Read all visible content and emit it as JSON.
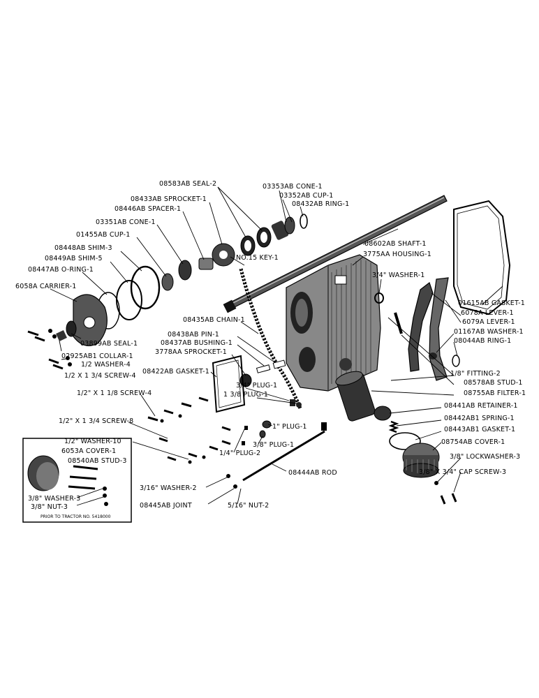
{
  "labels": {
    "seal_08583": "08583AB SEAL-2",
    "cone_03353": "03353AB CONE-1",
    "cup_03352": "03352AB CUP-1",
    "ring_08432": "08432AB RING-1",
    "sprocket_08433": "08433AB SPROCKET-1",
    "spacer_08446": "08446AB SPACER-1",
    "cone_03351": "03351AB CONE-1",
    "cup_01455": "01455AB CUP-1",
    "shim_08448": "08448AB SHIM-3",
    "shim_08449": "08449AB SHIM-5",
    "oring_08447": "08447AB O-RING-1",
    "carrier_6058": "6058A CARRIER-1",
    "key_no15": "NO.15 KEY-1",
    "shaft_08602": "08602AB SHAFT-1",
    "housing_3775": "3775AA HOUSING-1",
    "washer_34": "3/4\" WASHER-1",
    "gasket_01615": "01615AB GASKET-1",
    "lever_6078": "6078A LEVER-1",
    "lever_6079": "6079A LEVER-1",
    "washer_01167": "01167AB WASHER-1",
    "ring_08044": "08044AB RING-1",
    "chain_08435": "08435AB CHAIN-1",
    "pin_08438": "08438AB PIN-1",
    "bushing_08437": "08437AB BUSHING-1",
    "sprocket_3778": "3778AA SPROCKET-1",
    "seal_03899": "03899AB SEAL-1",
    "collar_02925": "02925AB1 COLLAR-1",
    "washer_12_4": "1/2 WASHER-4",
    "screw_12x134_4": "1/2 X 1 3/4 SCREW-4",
    "gasket_08422": "08422AB GASKET-1",
    "plug_34": "3/4\" PLUG-1",
    "plug_138": "1 3/8 PLUG-1",
    "fitting_18": "1/8\" FITTING-2",
    "stud_08578": "08578AB STUD-1",
    "filter_08755": "08755AB FILTER-1",
    "screw_12x118_4": "1/2\" X 1 1/8 SCREW-4",
    "retainer_08441": "08441AB RETAINER-1",
    "spring_08442": "08442AB1 SPRING-1",
    "gasket_08443": "08443AB1 GASKET-1",
    "screw_12x134_8": "1/2\" X 1 3/4 SCREW-8",
    "plug_1": "1\" PLUG-1",
    "washer_12_10": "1/2\" WASHER-10",
    "plug_14": "1/4\" PLUG-2",
    "plug_38": "3/8\" PLUG-1",
    "cover_08754": "08754AB COVER-1",
    "cover_6053": "6053A COVER-1",
    "stud_08540": "08540AB STUD-3",
    "lockwasher_38": "3/8\" LOCKWASHER-3",
    "capscrew_38x34": "3/8\" X 3/4\" CAP SCREW-3",
    "rod_08444": "08444AB ROD",
    "washer_316": "3/16\" WASHER-2",
    "washer_38_3": "3/8\" WASHER-3",
    "nut_38_3": "3/8\" NUT-3",
    "joint_08445": "08445AB JOINT",
    "nut_516": "5/16\" NUT-2",
    "prior_note": "PRIOR TO TRACTOR NO. 5418000"
  }
}
